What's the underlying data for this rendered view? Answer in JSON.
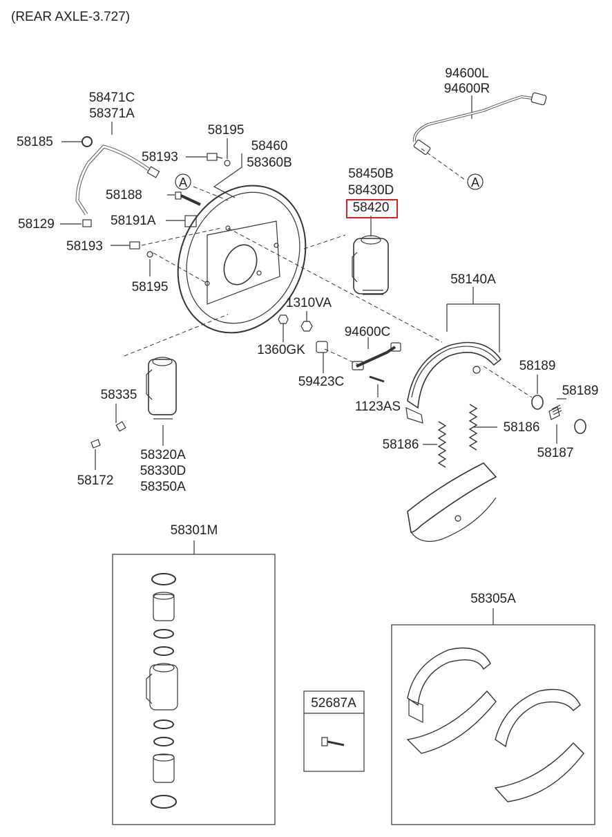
{
  "title": "(REAR AXLE-3.727)",
  "highlight_color": "#d9202a",
  "parts": {
    "p58471C": "58471C",
    "p58371A": "58371A",
    "p58185": "58185",
    "p58129": "58129",
    "p58195_top": "58195",
    "p58193_top": "58193",
    "p58460": "58460",
    "p58360B": "58360B",
    "p58188": "58188",
    "p58191A": "58191A",
    "p58193_mid": "58193",
    "p58195_mid": "58195",
    "p58450B": "58450B",
    "p58430D": "58430D",
    "p58420": "58420",
    "p94600L": "94600L",
    "p94600R": "94600R",
    "p58140A": "58140A",
    "p1310VA": "1310VA",
    "p1360GK": "1360GK",
    "p94600C": "94600C",
    "p59423C": "59423C",
    "p1123AS": "1123AS",
    "p58189_a": "58189",
    "p58189_b": "58189",
    "p58186_r": "58186",
    "p58186_l": "58186",
    "p58187": "58187",
    "p58335": "58335",
    "p58172": "58172",
    "p58320A": "58320A",
    "p58330D": "58330D",
    "p58350A": "58350A",
    "p58301M": "58301M",
    "p58305A": "58305A",
    "p52687A": "52687A"
  },
  "ref_markers": {
    "a1": "A",
    "a2": "A"
  }
}
